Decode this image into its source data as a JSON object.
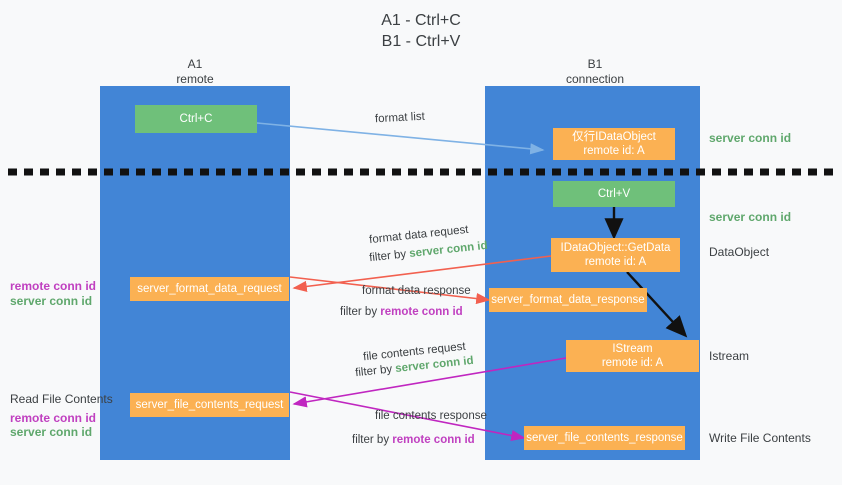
{
  "title": {
    "line1": "A1 - Ctrl+C",
    "line2": "B1 - Ctrl+V"
  },
  "columns": [
    {
      "name": "A1",
      "role": "remote"
    },
    {
      "name": "B1",
      "role": "connection"
    }
  ],
  "colors": {
    "lane": "#4285d6",
    "green_box": "#6fc07a",
    "orange_box": "#fbb153",
    "server_conn_id": "#5fa76c",
    "remote_conn_id": "#c040c0",
    "arrow_blue": "#7fb2e5",
    "arrow_red": "#f2604f",
    "arrow_magenta": "#c026c0",
    "arrow_black": "#111111",
    "divider": "#111111"
  },
  "boxes": {
    "ctrl_c": {
      "label": "Ctrl+C"
    },
    "ctrl_v": {
      "label": "Ctrl+V"
    },
    "idataobject": {
      "label": "仅行IDataObject",
      "sub": "remote id: A"
    },
    "getdata": {
      "label": "IDataObject::GetData",
      "sub": "remote id: A"
    },
    "istream": {
      "label": "IStream",
      "sub": "remote id: A"
    },
    "server_format_data_request": {
      "label": "server_format_data_request"
    },
    "server_format_data_response": {
      "label": "server_format_data_response"
    },
    "server_file_contents_request": {
      "label": "server_file_contents_request"
    },
    "server_file_contents_response": {
      "label": "server_file_contents_response"
    }
  },
  "right_labels": {
    "server_conn_id_1": "server conn id",
    "server_conn_id_2": "server conn id",
    "dataobject": "DataObject",
    "istream": "Istream",
    "write_file_contents": "Write File Contents"
  },
  "left_labels": {
    "remote_conn_id_1": "remote conn id",
    "server_conn_id_1": "server conn id",
    "read_file_contents": "Read File Contents",
    "remote_conn_id_2": "remote conn id",
    "server_conn_id_2": "server conn id"
  },
  "arrow_labels": {
    "format_list": "format list",
    "format_data_request": "format data request",
    "format_data_request_filter_prefix": "filter by ",
    "format_data_request_filter_value": "server conn id",
    "format_data_response": "format data response",
    "format_data_response_filter_prefix": "filter by ",
    "format_data_response_filter_value": "remote conn id",
    "file_contents_request": "file contents request",
    "file_contents_request_filter_prefix": "filter by ",
    "file_contents_request_filter_value": "server conn id",
    "file_contents_response": "file contents response",
    "file_contents_response_filter_prefix": "filter by ",
    "file_contents_response_filter_value": "remote conn id"
  }
}
